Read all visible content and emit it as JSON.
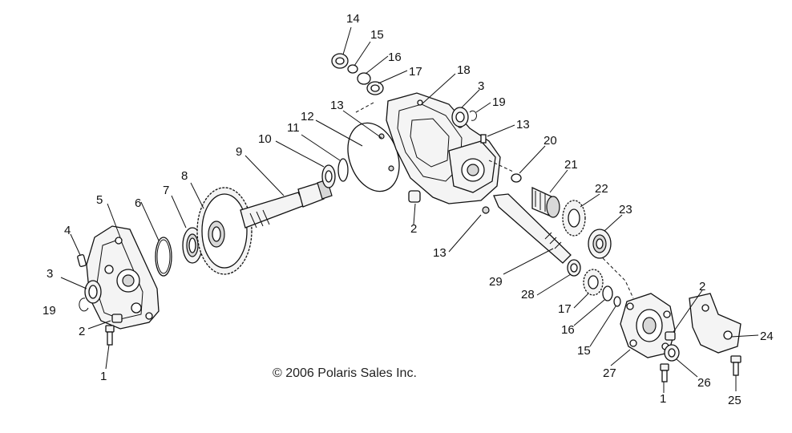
{
  "copyright": "© 2006 Polaris Sales Inc.",
  "callouts": {
    "c1a": "1",
    "c1b": "1",
    "c2a": "2",
    "c2b": "2",
    "c2c": "2",
    "c3a": "3",
    "c3b": "3",
    "c4": "4",
    "c5": "5",
    "c6": "6",
    "c7": "7",
    "c8": "8",
    "c9": "9",
    "c10": "10",
    "c11": "11",
    "c12": "12",
    "c13a": "13",
    "c13b": "13",
    "c13c": "13",
    "c14": "14",
    "c15a": "15",
    "c15b": "15",
    "c16a": "16",
    "c16b": "16",
    "c17a": "17",
    "c17b": "17",
    "c18": "18",
    "c19a": "19",
    "c19b": "19",
    "c20": "20",
    "c21": "21",
    "c22": "22",
    "c23": "23",
    "c24": "24",
    "c25": "25",
    "c26": "26",
    "c27": "27",
    "c28": "28",
    "c29": "29"
  }
}
